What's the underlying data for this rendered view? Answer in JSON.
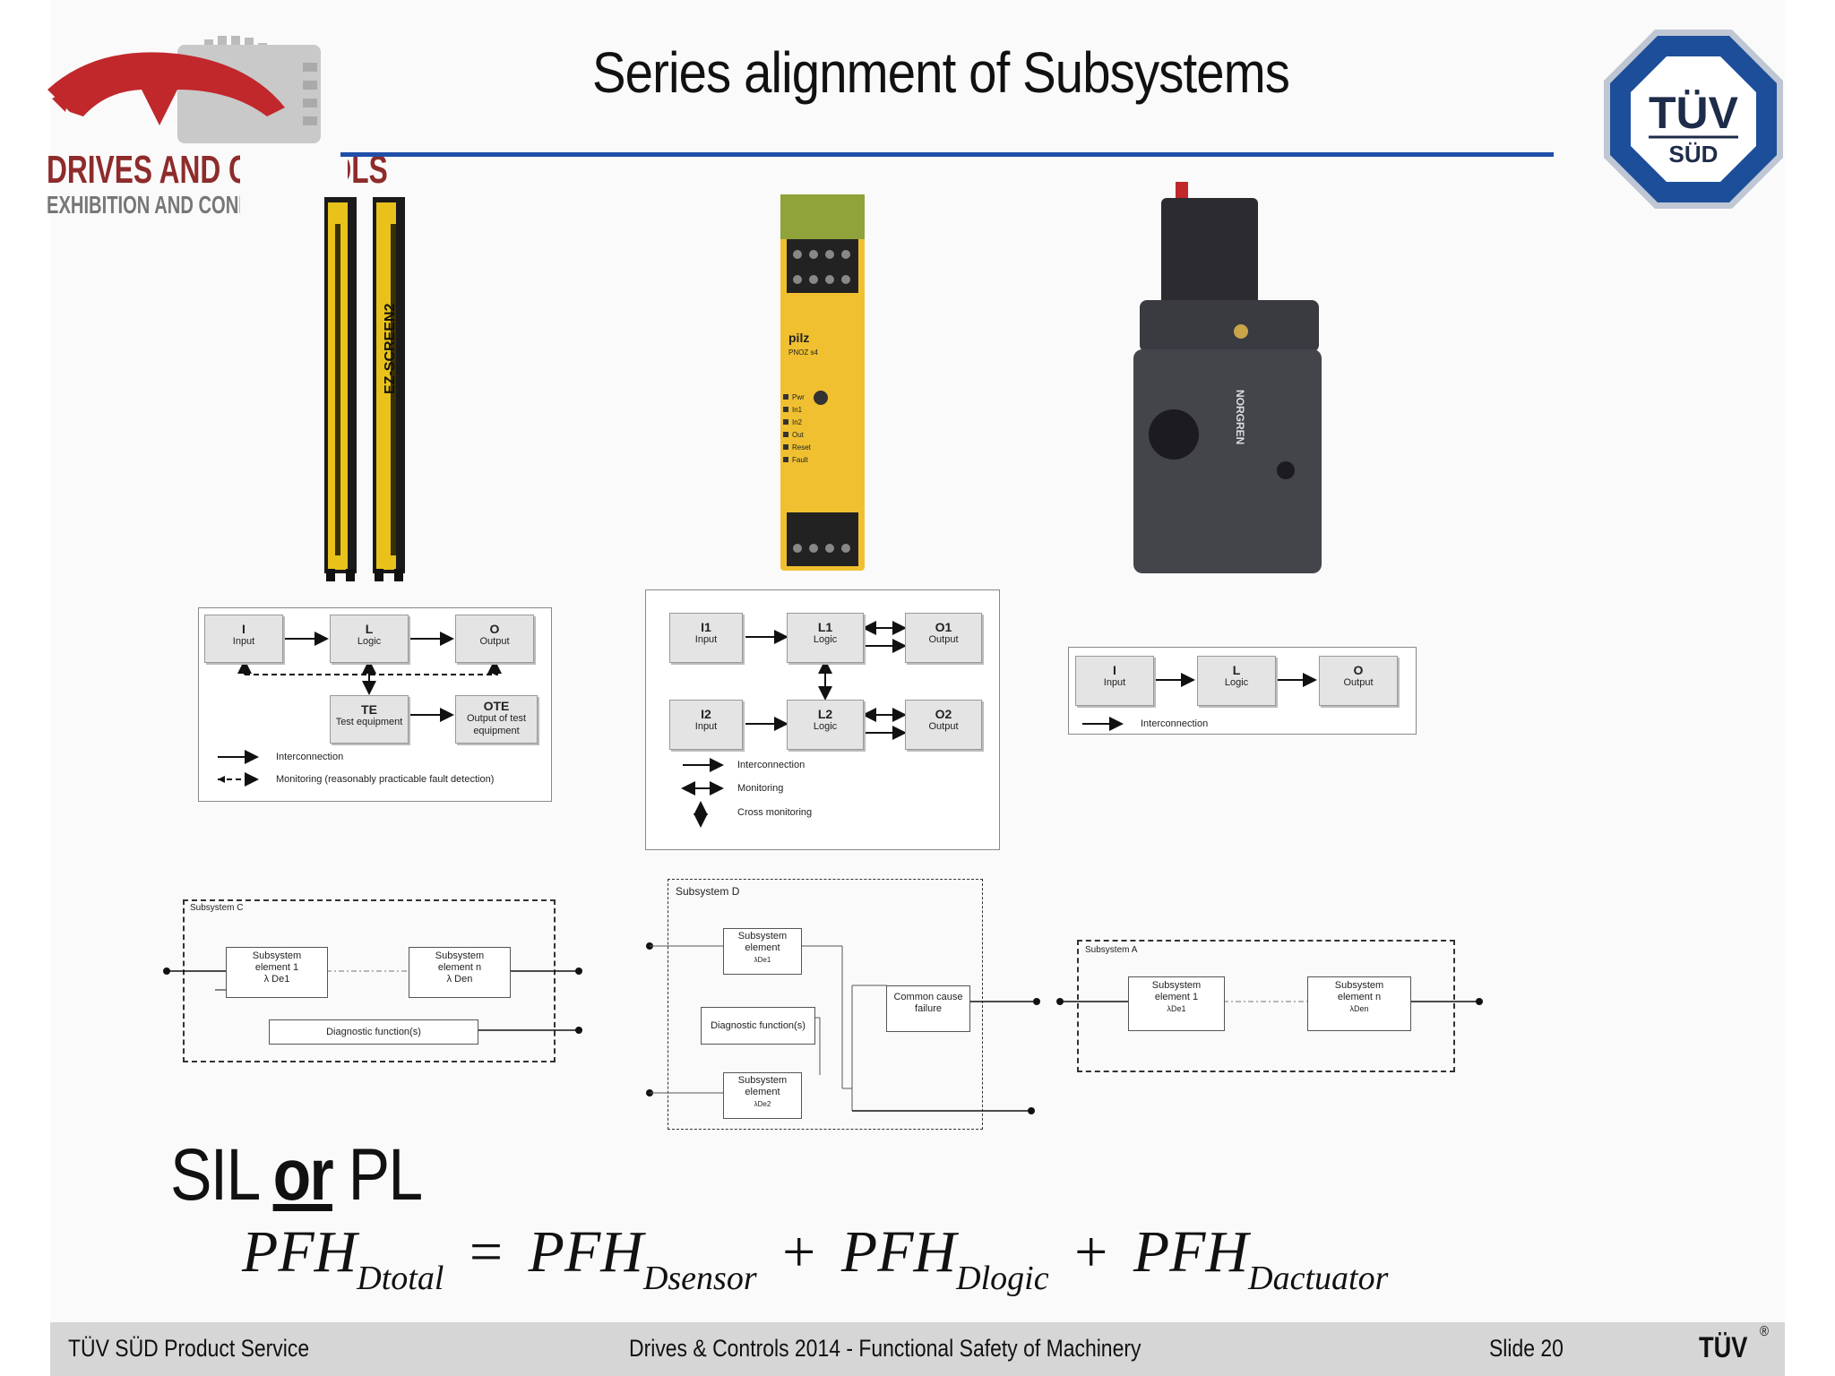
{
  "header": {
    "title": "Series alignment of Subsystems",
    "logo_line1": "DRIVES AND CONTROLS",
    "logo_line2": "EXHIBITION AND CONFERENCE",
    "tuv_logo_line1": "TÜV",
    "tuv_logo_line2": "SÜD"
  },
  "products": {
    "sensor_label": "EZ-SCREEN2",
    "relay_brand": "pilz",
    "relay_model": "PNOZ s4",
    "relay_leds": [
      "Pwr",
      "In1",
      "In2",
      "Out",
      "Reset",
      "Fault"
    ],
    "valve_brand": "NORGREN"
  },
  "diagram1": {
    "blocks": [
      {
        "id": "I",
        "label": "Input"
      },
      {
        "id": "L",
        "label": "Logic"
      },
      {
        "id": "O",
        "label": "Output"
      },
      {
        "id": "TE",
        "label": "Test equipment"
      },
      {
        "id": "OTE",
        "label": "Output of test equipment"
      }
    ],
    "legend": [
      "Interconnection",
      "Monitoring (reasonably practicable fault detection)"
    ]
  },
  "diagram2": {
    "blocks": [
      {
        "id": "I1",
        "label": "Input"
      },
      {
        "id": "L1",
        "label": "Logic"
      },
      {
        "id": "O1",
        "label": "Output"
      },
      {
        "id": "I2",
        "label": "Input"
      },
      {
        "id": "L2",
        "label": "Logic"
      },
      {
        "id": "O2",
        "label": "Output"
      }
    ],
    "legend": [
      "Interconnection",
      "Monitoring",
      "Cross monitoring"
    ]
  },
  "diagram3": {
    "blocks": [
      {
        "id": "I",
        "label": "Input"
      },
      {
        "id": "L",
        "label": "Logic"
      },
      {
        "id": "O",
        "label": "Output"
      }
    ],
    "legend": [
      "Interconnection"
    ]
  },
  "subsystem_c": {
    "title": "Subsystem C",
    "el1": [
      "Subsystem",
      "element 1",
      "λ De1"
    ],
    "eln": [
      "Subsystem",
      "element n",
      "λ Den"
    ],
    "diag": "Diagnostic function(s)"
  },
  "subsystem_d": {
    "title": "Subsystem D",
    "el1": [
      "Subsystem",
      "element",
      "λDe1"
    ],
    "el2": [
      "Subsystem",
      "element",
      "λDe2"
    ],
    "diag": "Diagnostic function(s)",
    "ccf": [
      "Common cause",
      "failure"
    ]
  },
  "subsystem_a": {
    "title": "Subsystem A",
    "el1": [
      "Subsystem",
      "element 1",
      "λDe1"
    ],
    "eln": [
      "Subsystem",
      "element n",
      "λDen"
    ]
  },
  "sil_or_pl": {
    "sil": "SIL",
    "or": "or",
    "pl": "PL"
  },
  "formula": {
    "term": "PFH",
    "sub_total": "Dtotal",
    "sub_sensor": "Dsensor",
    "sub_logic": "Dlogic",
    "sub_actuator": "Dactuator",
    "eq": "=",
    "plus": "+"
  },
  "footer": {
    "left": "TÜV SÜD Product Service",
    "center": "Drives & Controls 2014 - Functional Safety of Machinery",
    "right": "Slide 20",
    "logo": "TÜV"
  }
}
